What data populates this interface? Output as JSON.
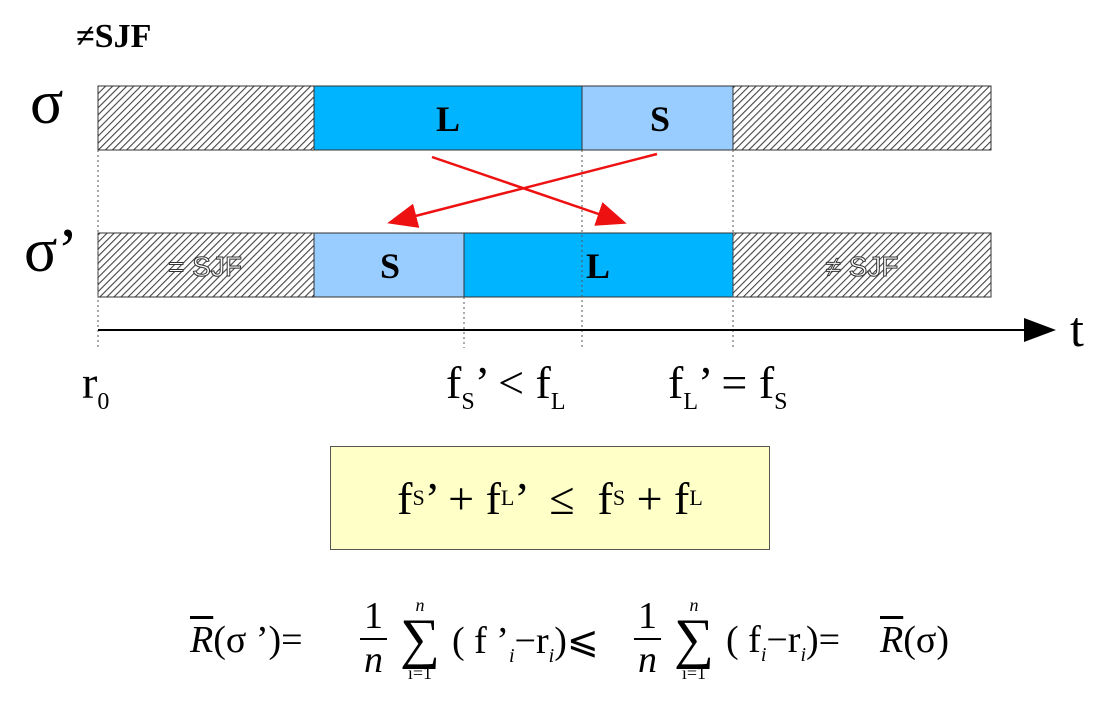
{
  "top_label": "≠SJF",
  "sigma_label": "σ",
  "sigma_prime_label": "σ’",
  "axis_label": "t",
  "row1": {
    "segments": [
      {
        "kind": "hatched",
        "text": ""
      },
      {
        "kind": "long",
        "text": "L"
      },
      {
        "kind": "short",
        "text": "S"
      },
      {
        "kind": "hatched",
        "text": ""
      }
    ]
  },
  "row2": {
    "segments": [
      {
        "kind": "hatched",
        "text": "= SJF"
      },
      {
        "kind": "short",
        "text": "S"
      },
      {
        "kind": "long",
        "text": "L"
      },
      {
        "kind": "hatched",
        "text": "≠ SJF"
      }
    ]
  },
  "ticks": {
    "r0": {
      "base": "r",
      "sub": "0"
    },
    "fs_lt_fl": {
      "a": "f",
      "a_sub": "S",
      "op": "’ <  f",
      "b_sub": "L"
    },
    "fl_eq_fs": {
      "a": "f",
      "a_sub": "L",
      "op": "’ = f",
      "b_sub": "S"
    }
  },
  "inequality": {
    "p1": "f",
    "s1": "S",
    "p2": "’ + f",
    "s2": "L",
    "p3": "’  ≤  f",
    "s3": "S",
    "p4": " + f",
    "s4": "L"
  },
  "formula": {
    "lhs": "R",
    "lhs_arg": "(σ ’)=",
    "frac_num": "1",
    "frac_den": "n",
    "sum_top": "n",
    "sum_sym": "∑",
    "sum_bot": "i=1",
    "term1": "( f ’",
    "term1_sub": "i",
    "term1_mid": "−r",
    "term1_sub2": "i",
    "term1_end": ")⩽",
    "term2": "( f",
    "term2_sub": "i",
    "term2_mid": "−r",
    "term2_sub2": "i",
    "term2_end": ")=",
    "rhs": "R",
    "rhs_arg": "(σ)"
  },
  "colors": {
    "long": "#00b4ff",
    "short": "#99ccff",
    "hatch": "#cfcfcf",
    "arrow": "#ee1111",
    "box_bg": "#ffffc8"
  }
}
